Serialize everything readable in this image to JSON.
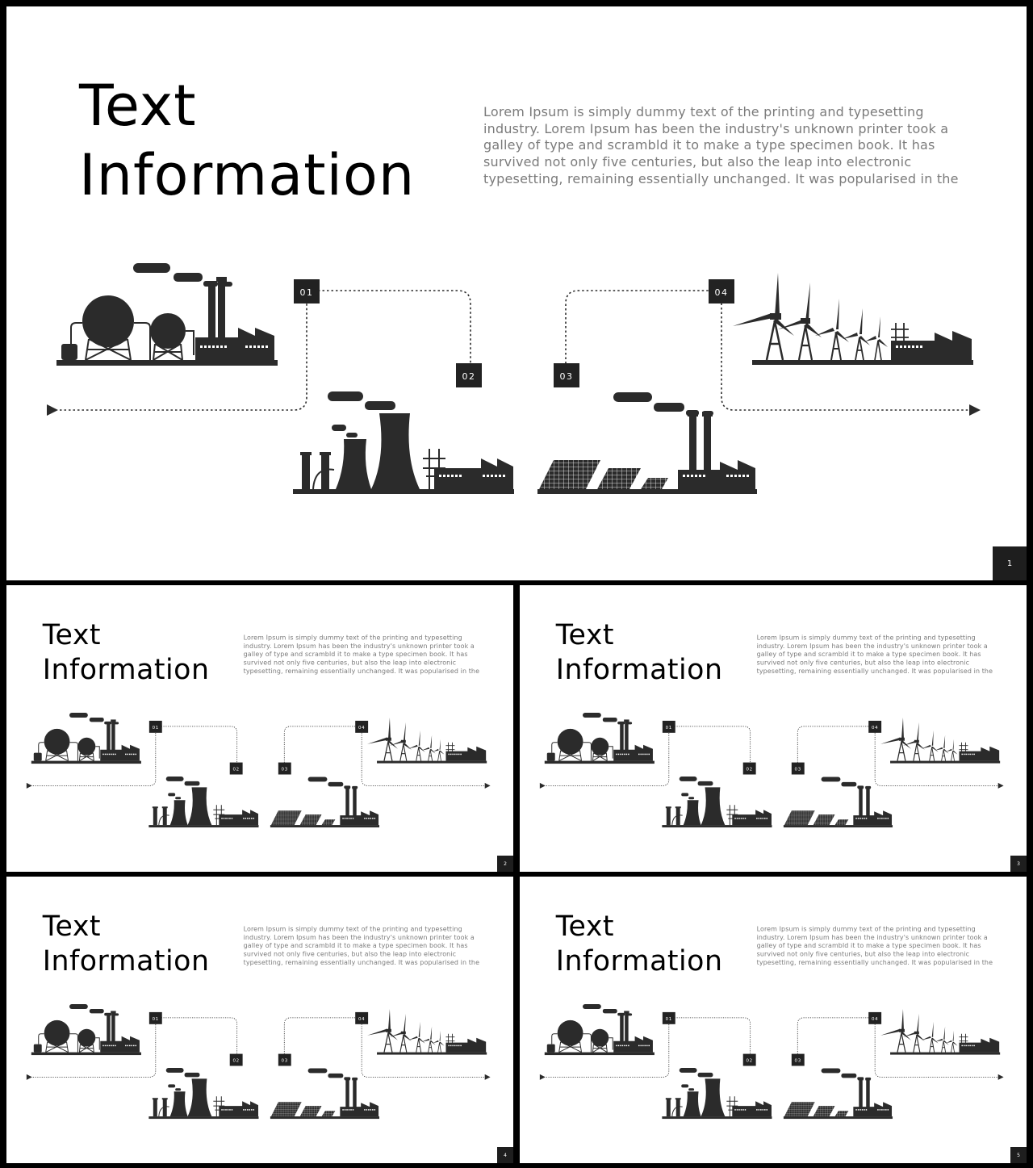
{
  "slides": [
    {
      "title_line1": "Text",
      "title_line2": "Information",
      "description": "Lorem Ipsum is simply dummy text of the printing and typesetting industry. Lorem Ipsum has been the industry's unknown printer took a galley of type and scrambld it to make a type specimen book. It has survived not only five centuries, but also the leap into electronic typesetting, remaining essentially unchanged. It was popularised in the",
      "steps": [
        "01",
        "02",
        "03",
        "04"
      ],
      "page_number": "1"
    },
    {
      "title_line1": "Text",
      "title_line2": "Information",
      "description": "Lorem Ipsum is simply dummy text of the printing and typesetting industry. Lorem Ipsum has been the industry's unknown printer took a galley of type and scrambld it to make a type specimen book. It has survived not only five centuries, but also the leap into electronic typesetting, remaining essentially unchanged. It was popularised in the",
      "steps": [
        "01",
        "02",
        "03",
        "04"
      ],
      "page_number": "2"
    },
    {
      "title_line1": "Text",
      "title_line2": "Information",
      "description": "Lorem Ipsum is simply dummy text of the printing and typesetting industry. Lorem Ipsum has been the industry's unknown printer took a galley of type and scrambld it to make a type specimen book. It has survived not only five centuries, but also the leap into electronic typesetting, remaining essentially unchanged. It was popularised in the",
      "steps": [
        "01",
        "02",
        "03",
        "04"
      ],
      "page_number": "3"
    },
    {
      "title_line1": "Text",
      "title_line2": "Information",
      "description": "Lorem Ipsum is simply dummy text of the printing and typesetting industry. Lorem Ipsum has been the industry's unknown printer took a galley of type and scrambld it to make a type specimen book. It has survived not only five centuries, but also the leap into electronic typesetting, remaining essentially unchanged. It was popularised in the",
      "steps": [
        "01",
        "02",
        "03",
        "04"
      ],
      "page_number": "4"
    },
    {
      "title_line1": "Text",
      "title_line2": "Information",
      "description": "Lorem Ipsum is simply dummy text of the printing and typesetting industry. Lorem Ipsum has been the industry's unknown printer took a galley of type and scrambld it to make a type specimen book. It has survived not only five centuries, but also the leap into electronic typesetting, remaining essentially unchanged. It was popularised in the",
      "steps": [
        "01",
        "02",
        "03",
        "04"
      ],
      "page_number": "5"
    }
  ],
  "icons": {
    "factory_1": "gas-storage-plant-icon",
    "factory_2": "cooling-tower-plant-icon",
    "factory_3": "solar-farm-plant-icon",
    "factory_4": "wind-farm-plant-icon"
  },
  "colors": {
    "ink": "#2b2b2b",
    "badge": "#222222",
    "text_gray": "#7b7b7b",
    "frame": "#000000"
  }
}
